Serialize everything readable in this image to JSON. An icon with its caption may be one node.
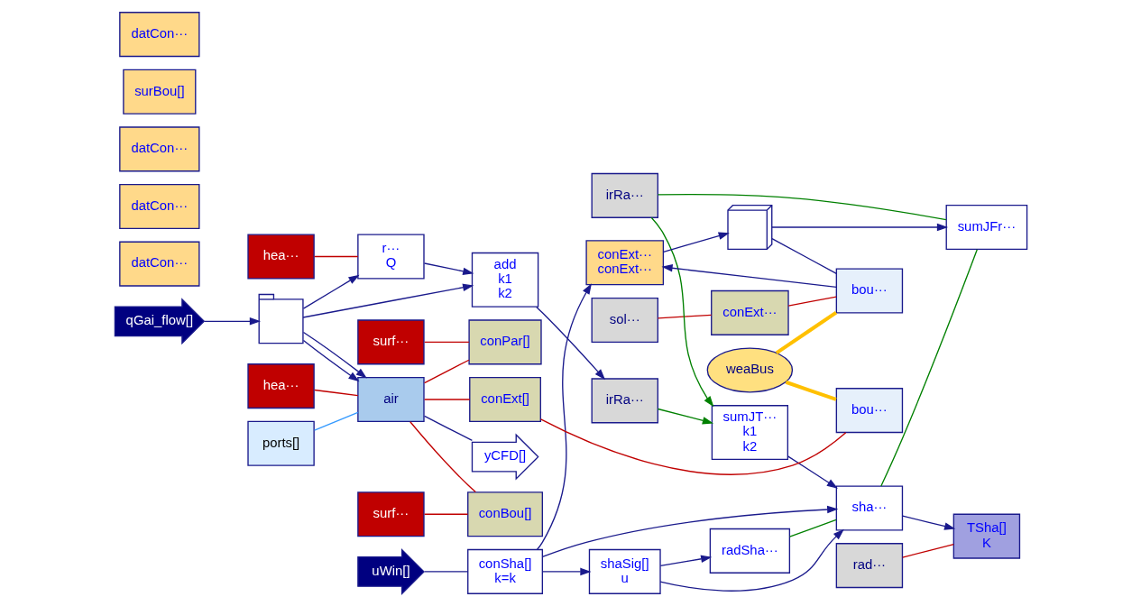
{
  "diagram": {
    "nodes": [
      {
        "text": [
          "conSha[]",
          "k=k"
        ]
      },
      {
        "text": [
          "shaSig[]",
          "u"
        ]
      },
      {
        "text": [
          "uWin[]"
        ]
      },
      {
        "text": [
          "r···",
          "Q"
        ]
      },
      {
        "text": [
          "add",
          "k1",
          "k2"
        ]
      },
      {
        "text": [
          "qGai_flow[]"
        ]
      },
      {
        "text": [],
        "shape": "person"
      },
      {
        "text": [
          "hea···"
        ]
      },
      {
        "text": [
          "hea···"
        ]
      },
      {
        "text": [
          "radSha···"
        ]
      },
      {
        "text": [
          "sha···"
        ]
      },
      {
        "text": [
          "sol···"
        ]
      },
      {
        "text": [
          "irRa···"
        ]
      },
      {
        "text": [
          "irRa···"
        ]
      },
      {
        "text": [
          "rad···"
        ]
      },
      {
        "text": [
          "sumJFr···"
        ]
      },
      {
        "text": [
          "sumJT···",
          "k1",
          "k2"
        ]
      },
      {
        "text": [
          "TSha[]",
          "K"
        ]
      },
      {
        "text": [
          "ports[]"
        ]
      },
      {
        "text": [
          "datCon···"
        ]
      },
      {
        "text": [
          "datCon···"
        ]
      },
      {
        "text": [
          "datCon···"
        ]
      },
      {
        "text": [
          "surBou[]"
        ]
      },
      {
        "text": [
          "datCon···"
        ]
      },
      {
        "text": [
          "surf···"
        ]
      },
      {
        "text": [
          "surf···"
        ]
      },
      {
        "text": [
          "air"
        ]
      },
      {
        "text": [
          "weaBus"
        ]
      },
      {
        "text": [
          "conExt[]"
        ]
      },
      {
        "text": [
          "bou···"
        ]
      },
      {
        "text": [
          "conExt···"
        ]
      },
      {
        "text": [],
        "shape": "box"
      },
      {
        "text": [
          "bou···"
        ]
      },
      {
        "text": [
          "conExt···",
          "conExt···"
        ]
      },
      {
        "text": [
          "conPar[]"
        ]
      },
      {
        "text": [
          "conBou[]"
        ]
      },
      {
        "text": [
          "yCFD[]"
        ]
      }
    ],
    "edges": [
      {
        "from": 2,
        "to": 0,
        "arrow": "none"
      },
      {
        "from": 0,
        "to": 1,
        "arrow": "to"
      },
      {
        "from": 0,
        "to": 10,
        "arrow": "to"
      },
      {
        "from": 0,
        "to": 33,
        "arrow": "to"
      },
      {
        "from": 1,
        "to": 9,
        "arrow": "to"
      },
      {
        "from": 1,
        "to": 10,
        "arrow": "to"
      },
      {
        "from": 5,
        "to": 6,
        "arrow": "to"
      },
      {
        "from": 6,
        "to": 3,
        "arrow": "to"
      },
      {
        "from": 3,
        "to": 4,
        "arrow": "to"
      },
      {
        "from": 6,
        "to": 4,
        "arrow": "to"
      },
      {
        "from": 6,
        "to": 26,
        "arrow": "to"
      },
      {
        "from": 6,
        "to": 26,
        "arrow": "to"
      },
      {
        "from": 8,
        "to": 3,
        "arrow": "none",
        "color": "#c00000"
      },
      {
        "from": 7,
        "to": 26,
        "arrow": "none",
        "color": "#c00000"
      },
      {
        "from": 4,
        "to": 13,
        "arrow": "to"
      },
      {
        "from": 9,
        "to": 10,
        "arrow": "none",
        "color": "#008000"
      },
      {
        "from": 10,
        "to": 15,
        "arrow": "none",
        "color": "#008000"
      },
      {
        "from": 12,
        "to": 15,
        "arrow": "none",
        "color": "#008000"
      },
      {
        "from": 12,
        "to": 16,
        "arrow": "to",
        "color": "#008000"
      },
      {
        "from": 13,
        "to": 16,
        "arrow": "to",
        "color": "#008000"
      },
      {
        "from": 16,
        "to": 10,
        "arrow": "to"
      },
      {
        "from": 10,
        "to": 17,
        "arrow": "to"
      },
      {
        "from": 14,
        "to": 17,
        "arrow": "none",
        "color": "#c00000"
      },
      {
        "from": 11,
        "to": 30,
        "arrow": "none",
        "color": "#c00000"
      },
      {
        "from": 31,
        "to": 15,
        "arrow": "to"
      },
      {
        "from": 18,
        "to": 26,
        "arrow": "none",
        "color": "#3399ff"
      },
      {
        "from": 26,
        "to": 28,
        "arrow": "none",
        "color": "#c00000"
      },
      {
        "from": 28,
        "to": 29,
        "arrow": "none",
        "color": "#c00000"
      },
      {
        "from": 26,
        "to": 34,
        "arrow": "none",
        "color": "#c00000"
      },
      {
        "from": 26,
        "to": 35,
        "arrow": "none",
        "color": "#c00000"
      },
      {
        "from": 24,
        "to": 34,
        "arrow": "none",
        "color": "#c00000"
      },
      {
        "from": 25,
        "to": 35,
        "arrow": "none",
        "color": "#c00000"
      },
      {
        "from": 27,
        "to": 29,
        "arrow": "none",
        "style": "thick",
        "color": "#ffc000"
      },
      {
        "from": 27,
        "to": 32,
        "arrow": "none",
        "style": "thick",
        "color": "#ffc000"
      },
      {
        "from": 30,
        "to": 32,
        "arrow": "none",
        "color": "#c00000"
      },
      {
        "from": 31,
        "to": 32,
        "arrow": "none"
      },
      {
        "from": 33,
        "to": 31,
        "arrow": "to"
      },
      {
        "from": 32,
        "to": 33,
        "arrow": "to"
      },
      {
        "from": 26,
        "to": 36,
        "arrow": "none"
      }
    ]
  }
}
